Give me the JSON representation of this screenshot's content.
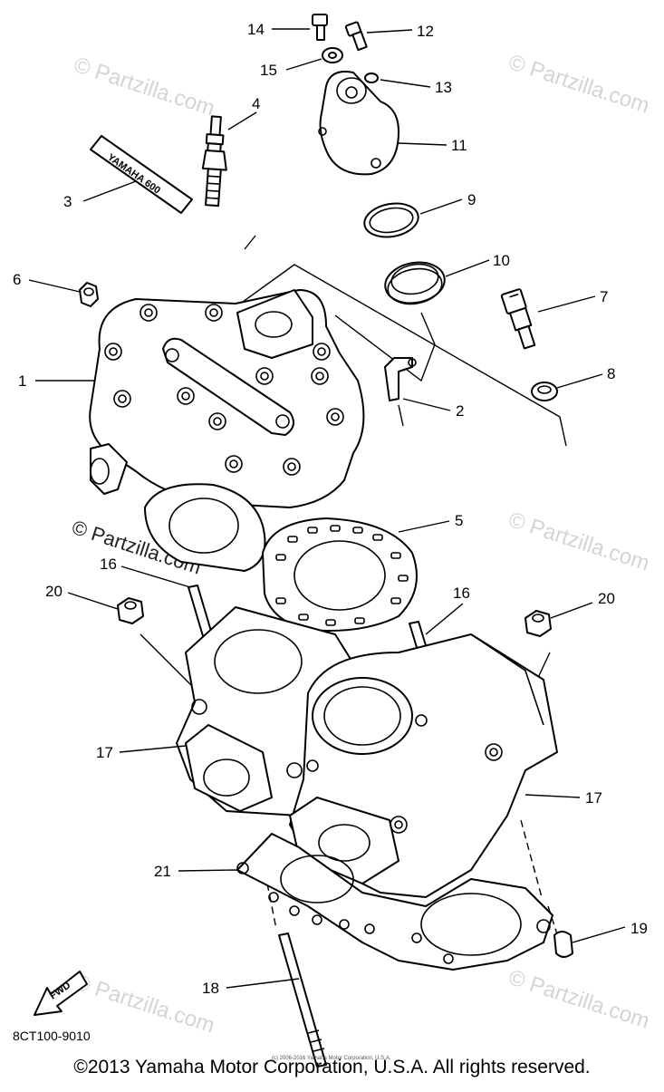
{
  "diagram": {
    "part_code": "8CT100-9010",
    "copyright": "©2013 Yamaha Motor Corporation, U.S.A. All rights reserved.",
    "tiny_copyright": "(c) 2006-2016 Yamaha Motor Corporation, U.S.A.",
    "watermark_text": "© Partzilla.com",
    "gasket_text": "YAMAHA 600",
    "fwd_text": "FWD",
    "callouts": [
      "1",
      "2",
      "3",
      "4",
      "5",
      "6",
      "7",
      "8",
      "9",
      "10",
      "11",
      "12",
      "13",
      "14",
      "15",
      "16",
      "16",
      "17",
      "17",
      "18",
      "19",
      "20",
      "20",
      "21"
    ]
  },
  "colors": {
    "line": "#000000",
    "watermark": "#d4d4d4",
    "background": "#ffffff"
  }
}
